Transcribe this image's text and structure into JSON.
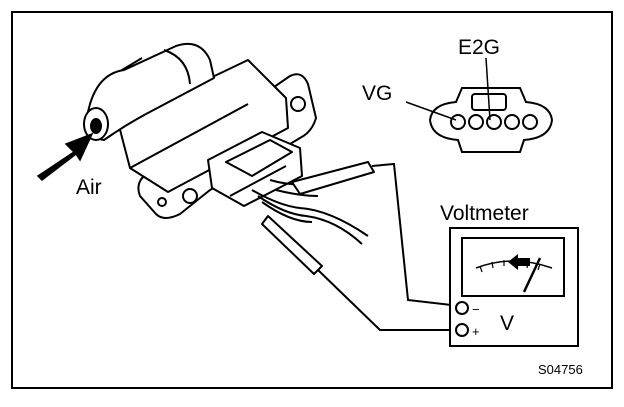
{
  "diagram": {
    "labels": {
      "air": "Air",
      "vg": "VG",
      "e2g": "E2G",
      "voltmeter": "Voltmeter",
      "meter_unit": "V",
      "terminal_minus": "−",
      "terminal_plus": "+",
      "figure_code": "S04756"
    },
    "icons": {
      "airflow_arrow": "arrow-icon",
      "meter_needle": "needle-icon",
      "meter_direction": "arrow-left-icon"
    }
  }
}
